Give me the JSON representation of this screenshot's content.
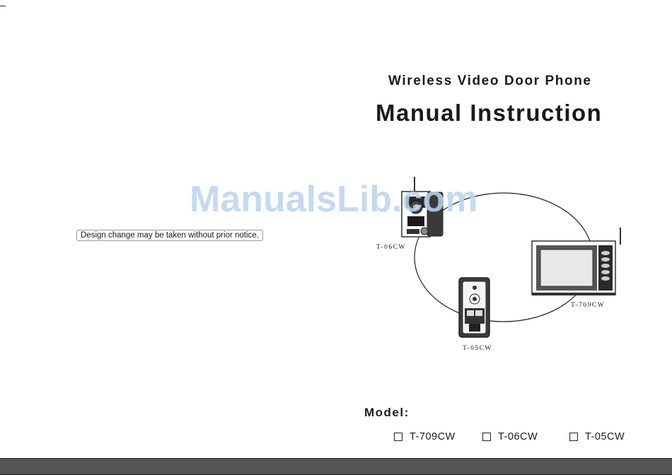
{
  "header": {
    "subtitle": "Wireless Video Door Phone",
    "title": "Manual Instruction"
  },
  "watermark": "ManualsLib.com",
  "notice": "Design change may be taken without prior notice.",
  "diagram": {
    "devices": [
      {
        "label": "T-06CW"
      },
      {
        "label": "T-709CW"
      },
      {
        "label": "T-05CW"
      }
    ]
  },
  "models": {
    "heading": "Model:",
    "options": [
      {
        "label": "T-709CW"
      },
      {
        "label": "T-06CW"
      },
      {
        "label": "T-05CW"
      }
    ]
  },
  "colors": {
    "text": "#1a1a1a",
    "watermark": "#bcd4ef",
    "bottom_bar": "#555555"
  }
}
